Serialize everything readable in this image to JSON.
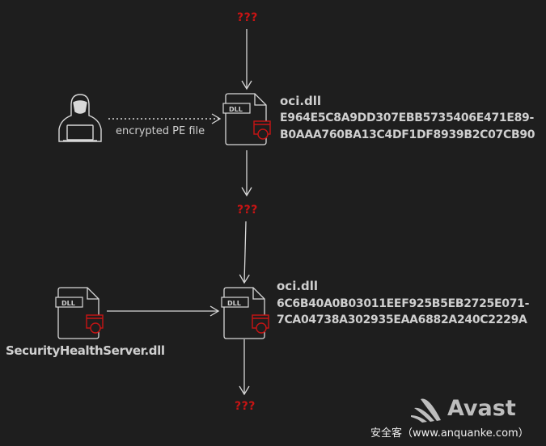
{
  "unknown_marker": "???",
  "top_file": {
    "icon_label": "DLL",
    "name": "oci.dll",
    "hash_line1": "E964E5C8A9DD307EBB5735406E471E89-",
    "hash_line2": "B0AAA760BA13C4DF1DF8939B2C07CB90"
  },
  "edge_label": "encrypted PE file",
  "bottom_file": {
    "icon_label": "DLL",
    "name": "oci.dll",
    "hash_line1": "6C6B40A0B03011EEF925B5EB2725E071-",
    "hash_line2": "7CA04738A302935EAA6882A240C2229A"
  },
  "loader_file": {
    "icon_label": "DLL",
    "name": "SecurityHealthServer.dll"
  },
  "logo": "Avast",
  "watermark": "安全客（www.anquanke.com）",
  "colors": {
    "background": "#1e1e1e",
    "accent_red": "#c81414",
    "line": "#d8d8d8"
  }
}
